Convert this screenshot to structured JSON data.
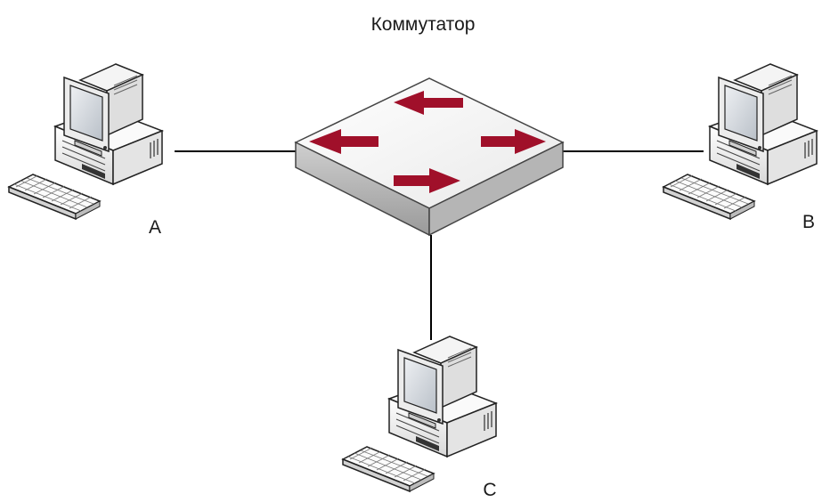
{
  "switch": {
    "label": "Коммутатор",
    "arrow_color": "#a0102a"
  },
  "computers": [
    {
      "id": "a",
      "label": "A"
    },
    {
      "id": "b",
      "label": "B"
    },
    {
      "id": "c",
      "label": "C"
    }
  ],
  "colors": {
    "line": "#000000",
    "device_outline": "#222222",
    "device_fill": "#f2f2f2",
    "screen": "#d6dbe0"
  }
}
